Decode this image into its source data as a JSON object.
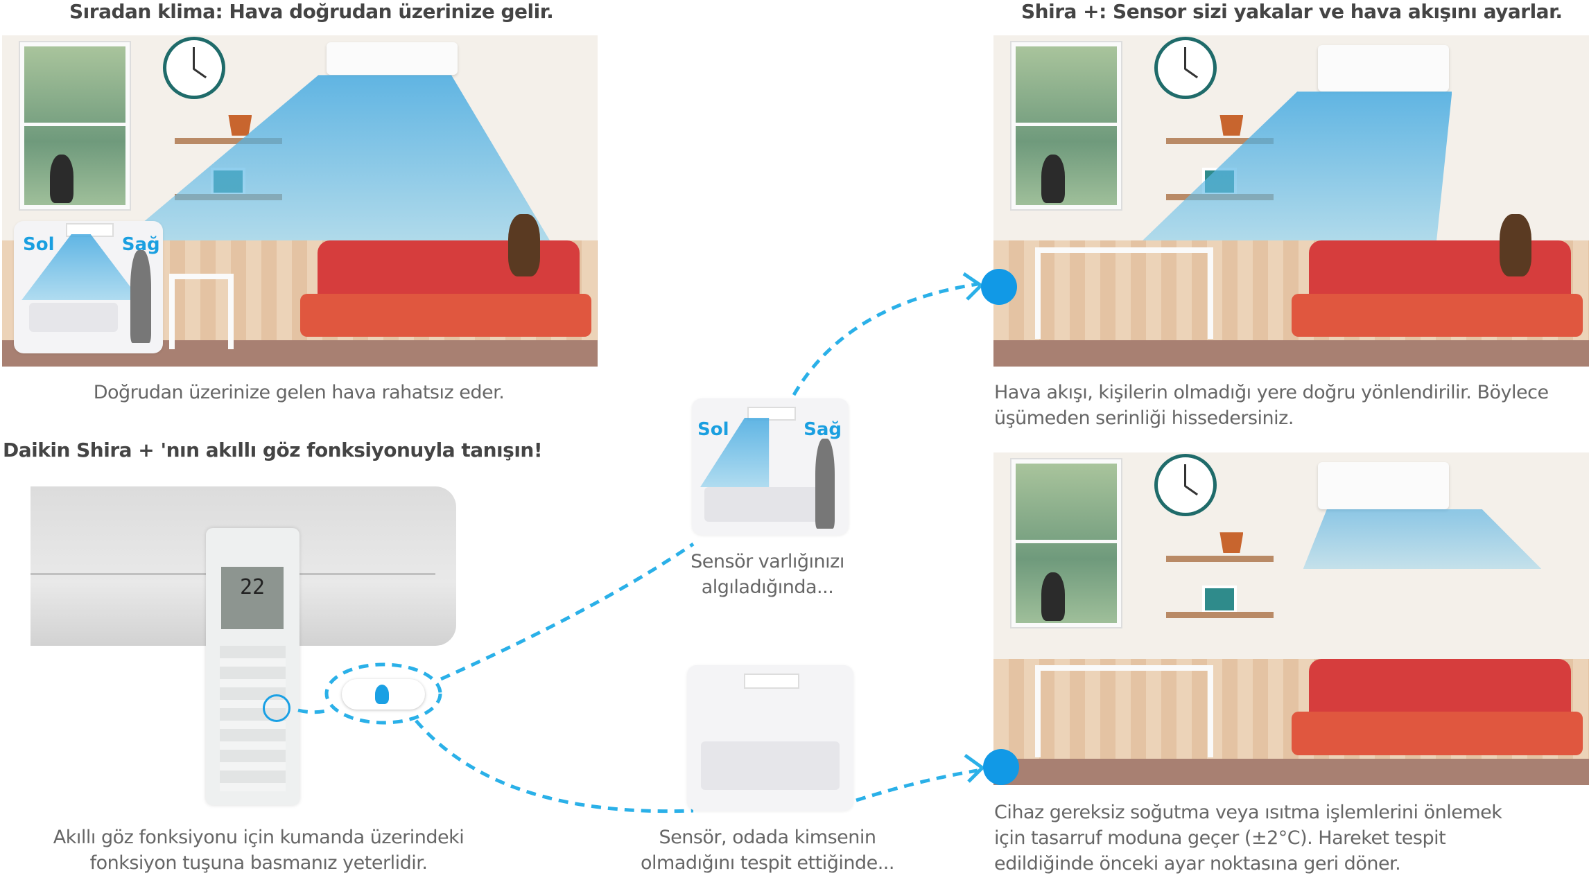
{
  "left": {
    "title": "Sıradan klima: Hava doğrudan üzerinize gelir.",
    "caption": "Doğrudan üzerinize gelen hava rahatsız eder.",
    "inset": {
      "left_label": "Sol",
      "right_label": "Sağ"
    }
  },
  "intro": {
    "heading": "Daikin Shira + 'nın akıllı göz fonksiyonuyla tanışın!",
    "caption_line1": "Akıllı göz fonksiyonu için kumanda üzerindeki",
    "caption_line2": "fonksiyon tuşuna basmanız yeterlidir.",
    "remote_display": "22"
  },
  "center": {
    "detected": {
      "left_label": "Sol",
      "right_label": "Sağ",
      "caption_line1": "Sensör varlığınızı",
      "caption_line2": "algıladığında..."
    },
    "empty": {
      "caption_line1": "Sensör, odada kimsenin",
      "caption_line2": "olmadığını tespit ettiğinde..."
    }
  },
  "right": {
    "title": "Shira +: Sensor sizi yakalar ve hava akışını ayarlar.",
    "caption1_line1": "Hava akışı, kişilerin olmadığı yere doğru yönlendirilir. Böylece",
    "caption1_line2": "üşümeden serinliği hissedersiniz.",
    "caption2_line1": "Cihaz gereksiz soğutma veya ısıtma işlemlerini önlemek",
    "caption2_line2": "için tasarruf moduna geçer (±2°C). Hareket tespit",
    "caption2_line3": "edildiğinde önceki ayar noktasına geri döner."
  },
  "colors": {
    "accent": "#1199e6",
    "sofa": "#d63d3d",
    "text": "#555555"
  }
}
